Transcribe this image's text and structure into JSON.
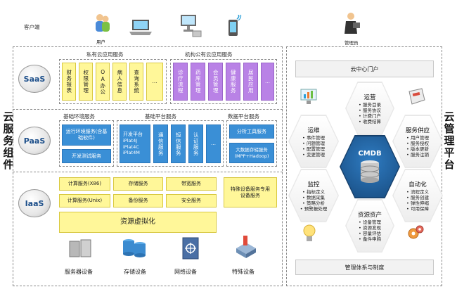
{
  "top": {
    "client_label": "客户端",
    "user_label": "用户",
    "admin_label": "管理员"
  },
  "left_title": "云服务组件",
  "right_title": "云管理平台",
  "saas": {
    "badge": "SaaS",
    "private_header": "私有云应用服务",
    "public_header": "机构公有云应用服务",
    "private_items": [
      "财务报表",
      "权限管理",
      "OA办公",
      "病人信息",
      "查询系统",
      "…"
    ],
    "public_items": [
      "诊疗流程",
      "药库管理",
      "会员管理",
      "健康服务",
      "居民应用",
      "…"
    ]
  },
  "paas": {
    "badge": "PaaS",
    "base_env_header": "基础环境服务",
    "base_platform_header": "基础平台服务",
    "data_platform_header": "数据平台服务",
    "env_items": [
      "运行环境服务(含基础软件)",
      "开发测试服务"
    ],
    "dev_platform": [
      "开发平台",
      "iPlat4J",
      "iPlat4C",
      "iPlat4M"
    ],
    "platform_items": [
      "通信服务",
      "短信服务",
      "认证服务",
      "…"
    ],
    "data_items": [
      "分析工具服务",
      "大数据存储服务(MPP+Hadoop)"
    ]
  },
  "iaas": {
    "badge": "IaaS",
    "grid": [
      "计算服务(X86)",
      "存储服务",
      "带宽服务",
      "计算服务(Unix)",
      "备份服务",
      "安全服务"
    ],
    "special": "特殊设备服务专用设备服务",
    "virtualization": "资源虚拟化",
    "devices": [
      "服务器设备",
      "存储设备",
      "网络设备",
      "特殊设备"
    ]
  },
  "mgmt": {
    "portal": "云中心门户",
    "center": "CMDB",
    "footer": "管理体系与制度",
    "hexes": [
      {
        "title": "运营",
        "items": [
          "服务目录",
          "服务协议",
          "计费门户",
          "收费结算"
        ]
      },
      {
        "title": "运维",
        "items": [
          "事件管理",
          "问题管理",
          "配置管理",
          "变更管理"
        ]
      },
      {
        "title": "服务供应",
        "items": [
          "用户管理",
          "服务授权",
          "版本更新",
          "服务注销"
        ]
      },
      {
        "title": "监控",
        "items": [
          "指标定义",
          "数据采集",
          "策略分析",
          "预警报处理"
        ]
      },
      {
        "title": "自动化",
        "items": [
          "流程定义",
          "服务创建",
          "弹性伸缩",
          "可用保障"
        ]
      },
      {
        "title": "资源资产",
        "items": [
          "设备管理",
          "资源发现",
          "容量评估",
          "备件申购"
        ]
      }
    ]
  },
  "colors": {
    "yellow": "#fff799",
    "blue": "#3a8fd6",
    "purple": "#b982e6",
    "cmdb": "#1f5f9c"
  }
}
